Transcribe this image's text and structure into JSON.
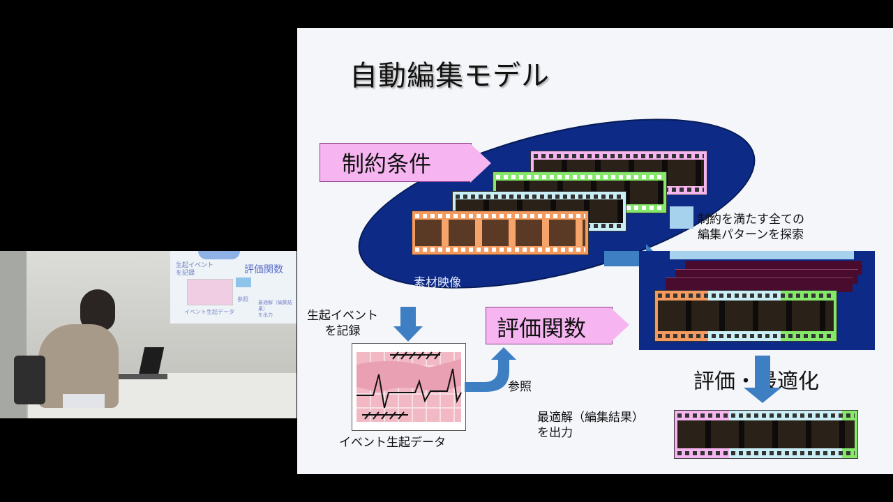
{
  "slide": {
    "title": "自動編集モデル",
    "constraint_label": "制約条件",
    "source_footage_label": "素材映像",
    "search_label_line1": "制約を満たす全ての",
    "search_label_line2": "編集パターンを探索",
    "record_label_line1": "生起イベント",
    "record_label_line2": "を記録",
    "event_data_label": "イベント生起データ",
    "eval_function_label": "評価関数",
    "reference_label": "参照",
    "evaluation_label": "評価・最適化",
    "output_label_line1": "最適解（編集結果）",
    "output_label_line2": "を出力"
  },
  "colors": {
    "ellipse": "#0c2a86",
    "pink": "#f6b5f0",
    "green": "#86e86a",
    "lightblue": "#c9eef5",
    "orange": "#f49a5e",
    "arrow_blue": "#3e7fc4"
  },
  "video_screen": {
    "line1": "生起イベント",
    "line2": "を記録",
    "label": "評価関数",
    "line3": "参照",
    "line4": "最適解（編集結果）",
    "line5": "を出力",
    "line6": "イベント生起データ"
  }
}
